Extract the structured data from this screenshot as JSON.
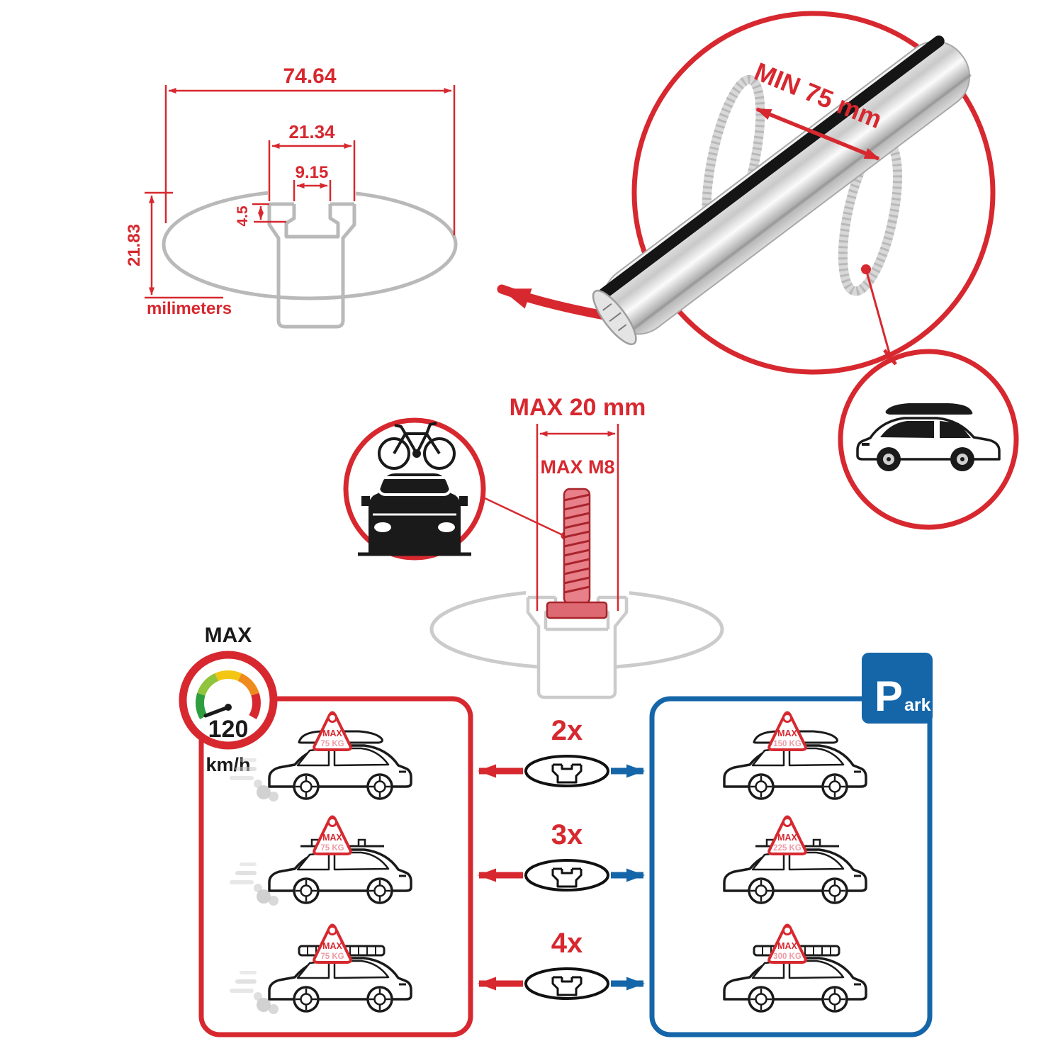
{
  "colors": {
    "red": "#d7282f",
    "blue": "#1566a9",
    "gray": "#b9b9b9",
    "pink": "#ef9aa4",
    "black": "#1a1a1a"
  },
  "technical_drawing": {
    "dim_total_width": "74.64",
    "dim_channel_width": "21.34",
    "dim_slot_width": "9.15",
    "dim_slot_depth": "4.5",
    "dim_total_height": "21.83",
    "units_label": "milimeters"
  },
  "bar_detail": {
    "min_spacing_label": "MIN 75 mm"
  },
  "bolt_detail": {
    "max_length_label": "MAX 20 mm",
    "max_thread_label": "MAX M8"
  },
  "speedometer": {
    "title": "MAX",
    "value": "120",
    "units": "km/h"
  },
  "park_sign": {
    "text_main": "P",
    "text_suffix": "ark"
  },
  "quantities": [
    {
      "label": "2x"
    },
    {
      "label": "3x"
    },
    {
      "label": "4x"
    }
  ],
  "driving_cars": [
    {
      "sign_title": "MAX",
      "sign_weight": "75 KG"
    },
    {
      "sign_title": "MAX",
      "sign_weight": "75 KG"
    },
    {
      "sign_title": "MAX",
      "sign_weight": "75 KG"
    }
  ],
  "parked_cars": [
    {
      "sign_title": "MAX",
      "sign_weight": "150 KG"
    },
    {
      "sign_title": "MAX",
      "sign_weight": "225 KG"
    },
    {
      "sign_title": "MAX",
      "sign_weight": "300 KG"
    }
  ]
}
